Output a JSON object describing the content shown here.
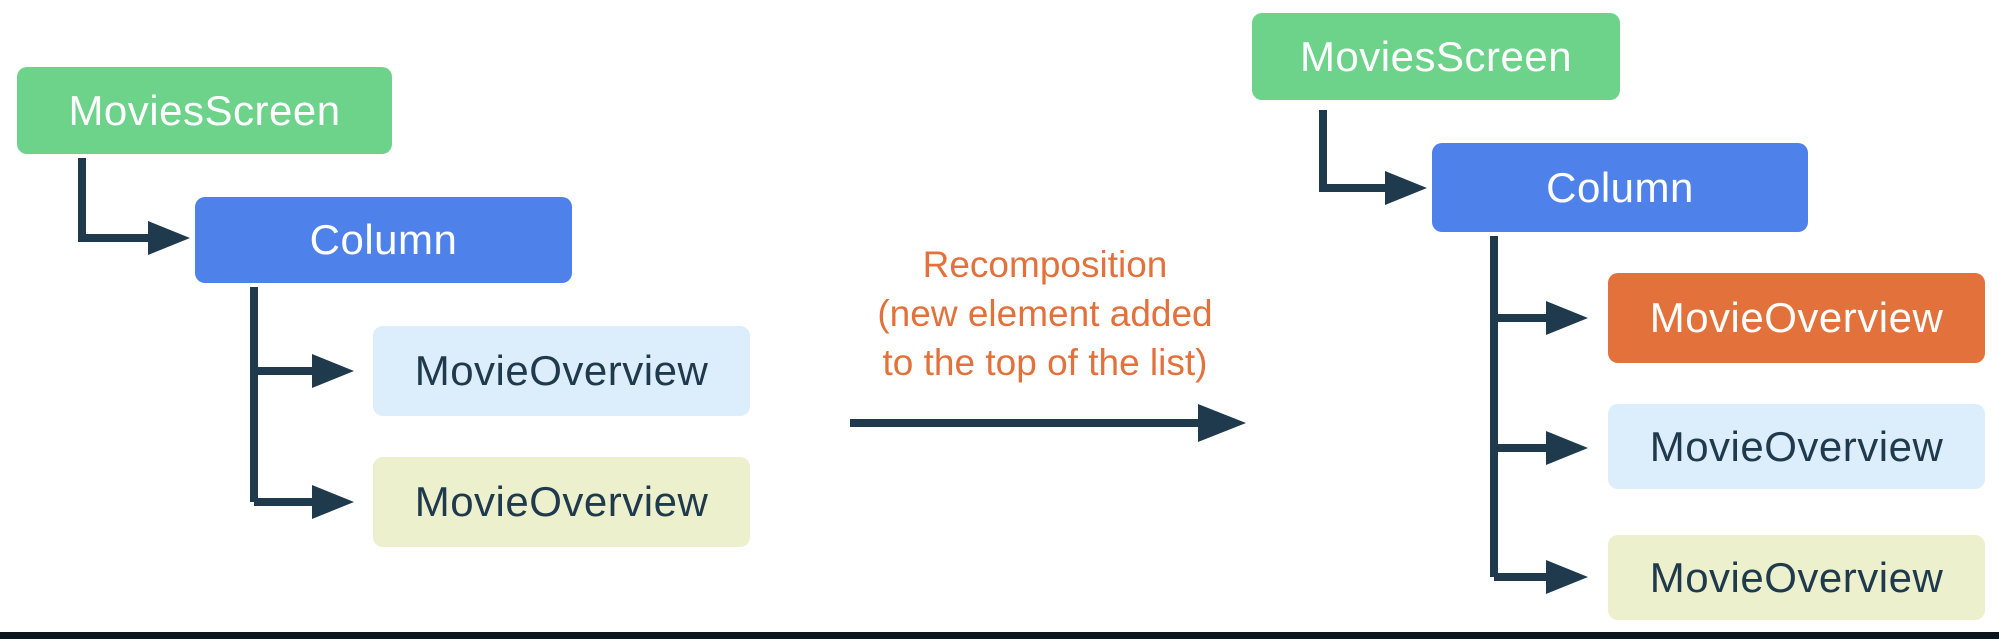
{
  "palette": {
    "green": "#6ED38A",
    "blue": "#4E82EA",
    "orange": "#E2713B",
    "light_blue": "#DCEDFB",
    "light_yellow": "#ECF0CD",
    "connector_dark": "#1F3A4D",
    "dark_text": "#1E3A4C",
    "caption_orange": "#E2713B",
    "white_text": "#FFFFFF",
    "bottom_bar": "#0B151D"
  },
  "left_tree": {
    "nodes": [
      {
        "label": "MoviesScreen",
        "color": "green"
      },
      {
        "label": "Column",
        "color": "blue"
      },
      {
        "label": "MovieOverview",
        "color": "light_blue"
      },
      {
        "label": "MovieOverview",
        "color": "light_yellow"
      }
    ]
  },
  "caption": {
    "text": "Recomposition\n(new element added\nto the top of the list)"
  },
  "right_tree": {
    "nodes": [
      {
        "label": "MoviesScreen",
        "color": "green"
      },
      {
        "label": "Column",
        "color": "blue"
      },
      {
        "label": "MovieOverview",
        "color": "orange"
      },
      {
        "label": "MovieOverview",
        "color": "light_blue"
      },
      {
        "label": "MovieOverview",
        "color": "light_yellow"
      }
    ]
  }
}
